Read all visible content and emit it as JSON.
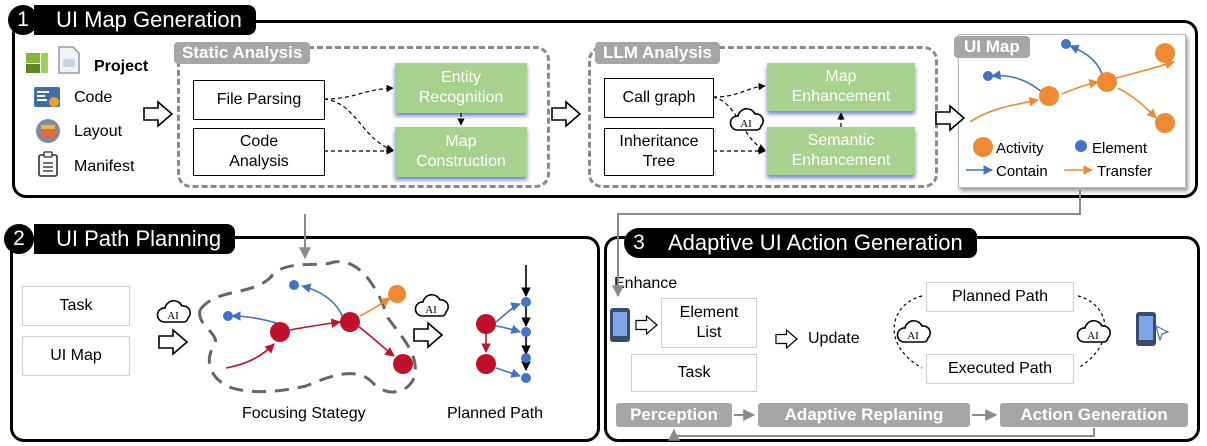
{
  "section1": {
    "number": "1",
    "title": "UI Map Generation",
    "inputs": {
      "project": "Project",
      "code": "Code",
      "layout": "Layout",
      "manifest": "Manifest"
    },
    "static_analysis": {
      "label": "Static Analysis",
      "file_parsing": "File Parsing",
      "code_analysis": "Code\nAnalysis",
      "entity_recognition": "Entity\nRecognition",
      "map_construction": "Map\nConstruction"
    },
    "llm_analysis": {
      "label": "LLM Analysis",
      "call_graph": "Call graph",
      "inheritance_tree": "Inheritance\nTree",
      "map_enhancement": "Map\nEnhancement",
      "semantic_enhancement": "Semantic\nEnhancement"
    },
    "ui_map": {
      "label": "UI Map",
      "activity": "Activity",
      "element": "Element",
      "contain": "Contain",
      "transfer": "Transfer"
    }
  },
  "section2": {
    "number": "2",
    "title": "UI Path Planning",
    "task": "Task",
    "ui_map": "UI Map",
    "focusing": "Focusing Stategy",
    "planned_path": "Planned Path"
  },
  "section3": {
    "number": "3",
    "title": "Adaptive UI Action Generation",
    "enhance": "Enhance",
    "element_list": "Element\nList",
    "task": "Task",
    "update": "Update",
    "planned_path": "Planned Path",
    "executed_path": "Executed Path",
    "perception": "Perception",
    "adaptive_replaning": "Adaptive Replaning",
    "action_generation": "Action Generation"
  },
  "ai_label": "AI",
  "colors": {
    "activity": "#f08a32",
    "element": "#4472c4",
    "red": "#c0102a",
    "green_box": "#a9d18e",
    "grey": "#a6a6a6"
  }
}
